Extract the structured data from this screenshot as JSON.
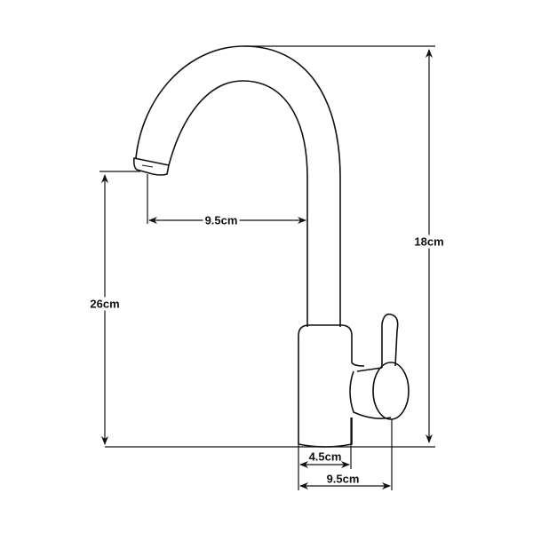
{
  "dimensions": {
    "spout_reach": "9.5cm",
    "spout_height": "26cm",
    "total_height": "18cm",
    "base_diameter": "4.5cm",
    "base_to_handle": "9.5cm"
  },
  "colors": {
    "line": "#111111",
    "background": "#ffffff"
  }
}
